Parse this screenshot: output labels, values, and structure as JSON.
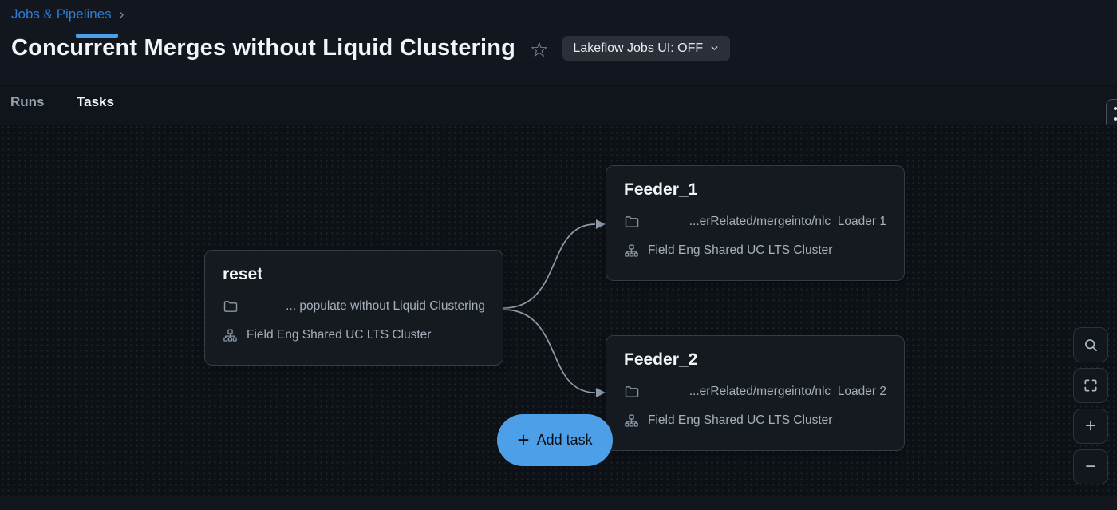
{
  "breadcrumb": {
    "label": "Jobs & Pipelines"
  },
  "header": {
    "title": "Concurrent Merges without Liquid Clustering",
    "jobs_ui_toggle_label": "Lakeflow Jobs UI: OFF"
  },
  "tabs": [
    {
      "label": "Runs",
      "active": false
    },
    {
      "label": "Tasks",
      "active": true
    }
  ],
  "canvas": {
    "nodes": [
      {
        "title": "reset",
        "notebook_path": "... populate without Liquid Clustering",
        "cluster": "Field Eng Shared UC LTS Cluster"
      },
      {
        "title": "Feeder_1",
        "notebook_path": "...erRelated/mergeinto/nlc_Loader 1",
        "cluster": "Field Eng Shared UC LTS Cluster"
      },
      {
        "title": "Feeder_2",
        "notebook_path": "...erRelated/mergeinto/nlc_Loader 2",
        "cluster": "Field Eng Shared UC LTS Cluster"
      }
    ],
    "edges": [
      {
        "from": "reset",
        "to": "Feeder_1"
      },
      {
        "from": "reset",
        "to": "Feeder_2"
      }
    ],
    "add_task_label": "Add task"
  },
  "icons": {
    "star": "☆",
    "breadcrumb_chevron": "›",
    "plus": "+",
    "minus": "−"
  },
  "colors": {
    "accent_blue": "#4da0e8",
    "breadcrumb_blue": "#2e7cd2",
    "edge_gray": "#8c9aaa",
    "node_background": "#151a21",
    "canvas_background": "#0d1116"
  }
}
